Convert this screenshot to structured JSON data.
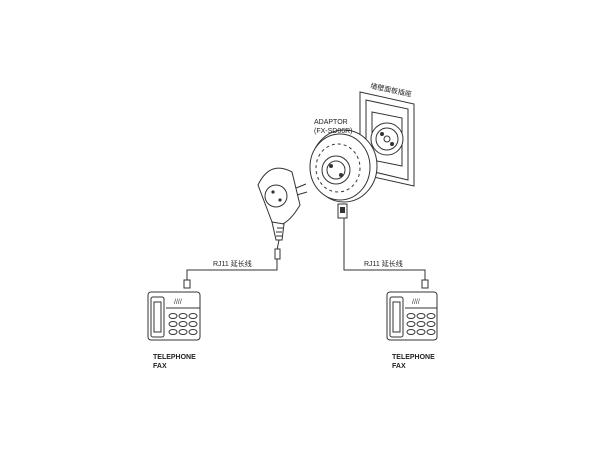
{
  "wall_socket": {
    "label": "墙壁面板插座"
  },
  "adaptor": {
    "label": "ADAPTOR",
    "model": "(FX-SD06R)"
  },
  "left_cable": {
    "label": "RJ11 延长线"
  },
  "right_cable": {
    "label": "RJ11 延长线"
  },
  "left_device": {
    "line1": "TELEPHONE",
    "line2": "FAX"
  },
  "right_device": {
    "line1": "TELEPHONE",
    "line2": "FAX"
  }
}
